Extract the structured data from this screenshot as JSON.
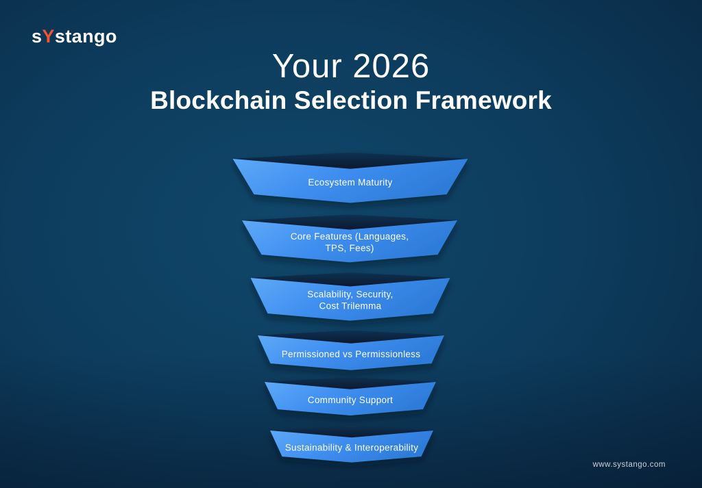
{
  "brand": {
    "logo_prefix": "s",
    "logo_accent": "Y",
    "logo_suffix": "stango"
  },
  "title": {
    "line1": "Your 2026",
    "line2": "Blockchain Selection Framework"
  },
  "funnel": {
    "stages": [
      {
        "label": "Ecosystem Maturity",
        "lines": [
          "Ecosystem Maturity"
        ]
      },
      {
        "label": "Core Features (Languages, TPS, Fees)",
        "lines": [
          "Core Features (Languages,",
          "TPS, Fees)"
        ]
      },
      {
        "label": "Scalability, Security, Cost Trilemma",
        "lines": [
          "Scalability, Security,",
          "Cost Trilemma"
        ]
      },
      {
        "label": "Permissioned vs Permissionless",
        "lines": [
          "Permissioned vs Permissionless"
        ]
      },
      {
        "label": "Community Support",
        "lines": [
          "Community Support"
        ]
      },
      {
        "label": "Sustainability & Interoperability",
        "lines": [
          "Sustainability & Interoperability"
        ]
      }
    ]
  },
  "footer": {
    "website": "www.systango.com"
  },
  "colors": {
    "accent": "#EF5532",
    "funnel_light": "#5EA9F7",
    "funnel_mid": "#3E8EF0",
    "funnel_deep": "#2E7CD9",
    "funnel_opening_top": "#123152",
    "funnel_opening": "#081A2E",
    "text": "#FFFFFF"
  }
}
